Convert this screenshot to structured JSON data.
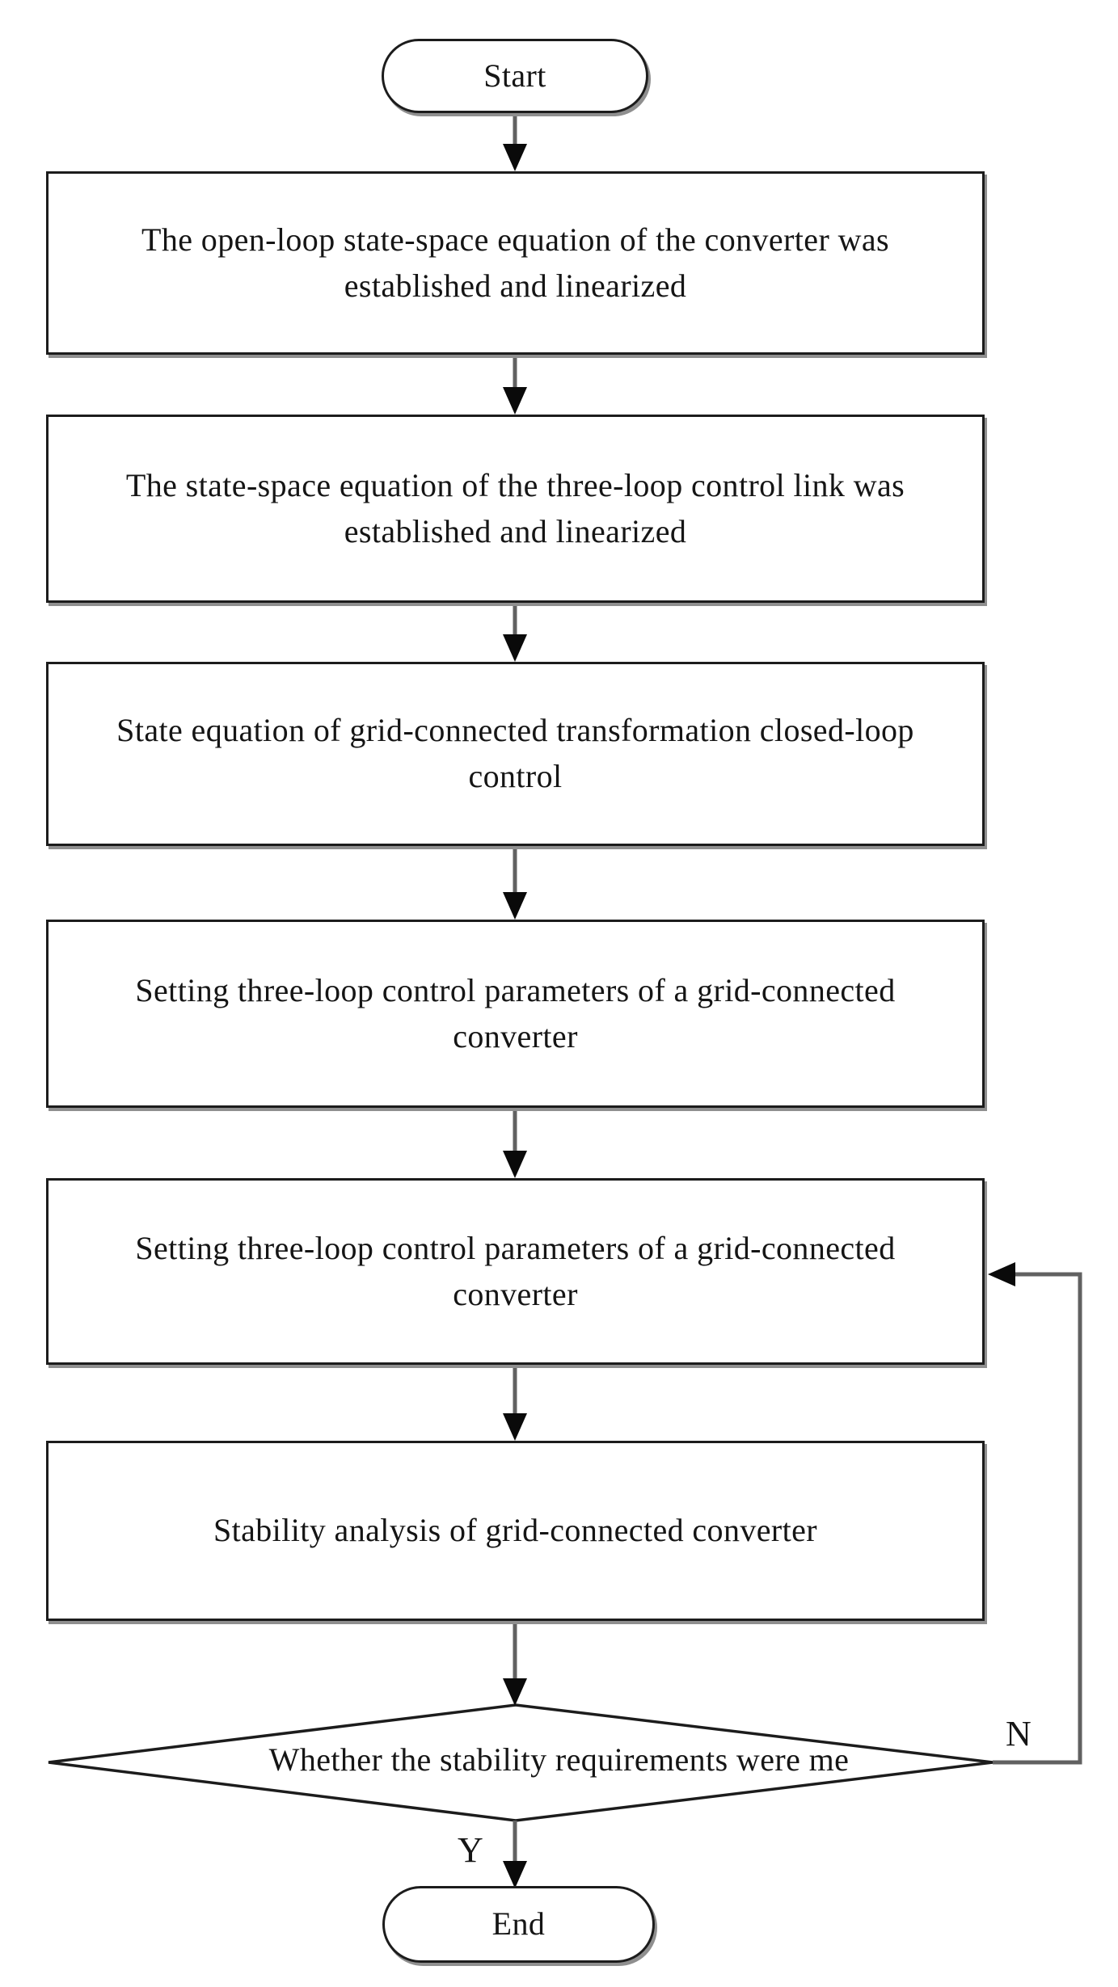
{
  "diagram": {
    "type": "flowchart",
    "start_label": "Start",
    "end_label": "End",
    "process_steps": [
      "The open-loop state-space equation of the converter was established and linearized",
      "The state-space equation of the three-loop control link was established and linearized",
      "State equation of grid-connected transformation closed-loop control",
      "Setting three-loop control parameters of a grid-connected converter",
      "Setting three-loop control parameters of a grid-connected converter",
      "Stability analysis of grid-connected converter"
    ],
    "decision_label": "Whether the stability requirements were me",
    "branch_labels": {
      "no": "N",
      "yes": "Y"
    },
    "colors": {
      "background": "#ffffff",
      "shape_border": "#1c1c1c",
      "connector_line": "#616161",
      "arrowhead": "#0a0a0a",
      "shadow": "#8f8f8f",
      "text": "#151515"
    }
  }
}
